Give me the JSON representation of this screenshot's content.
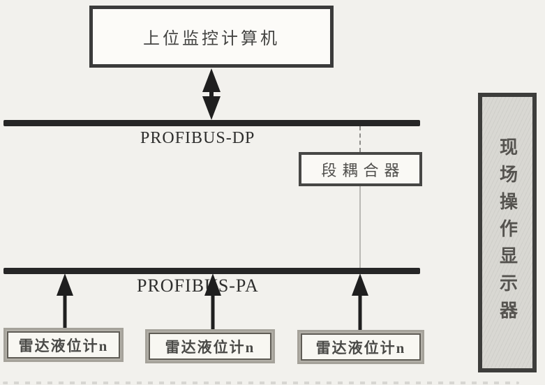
{
  "diagram": {
    "host_box": {
      "label": "上位监控计算机"
    },
    "dp_bus": {
      "label": "PROFIBUS-DP"
    },
    "coupler": {
      "label": "段耦合器"
    },
    "pa_bus": {
      "label": "PROFIBUS-PA"
    },
    "devices": [
      {
        "label": "雷达液位计n"
      },
      {
        "label": "雷达液位计n"
      },
      {
        "label": "雷达液位计n"
      }
    ],
    "side_panel": {
      "label": "现场操作显示器"
    },
    "colors": {
      "paper": "#f2f1ed",
      "bus_line": "#262626",
      "box_border": "#3b3b3b",
      "device_border": "#a5a29a",
      "panel_fill": "#d9d8d3"
    }
  }
}
